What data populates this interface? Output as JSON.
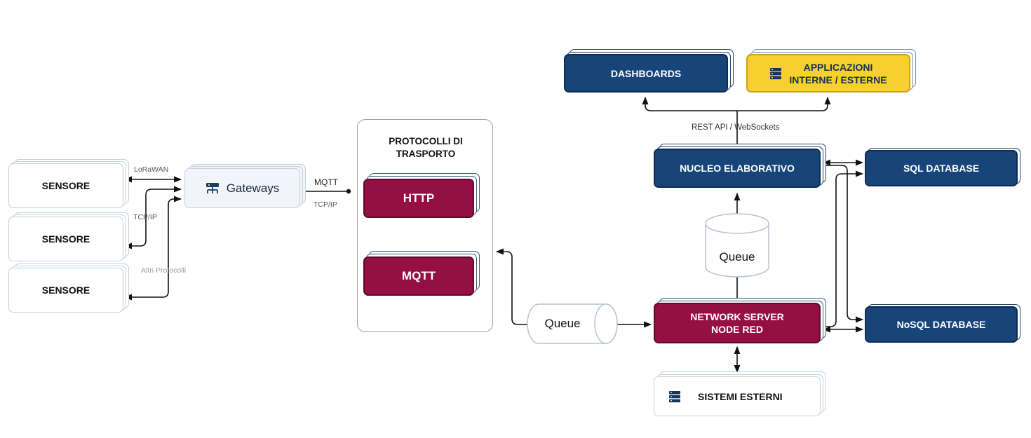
{
  "sensors": [
    "SENSORE",
    "SENSORE",
    "SENSORE"
  ],
  "gateways": {
    "label": "Gateways",
    "icon": "gateway-icon"
  },
  "links": {
    "lorawan": "LoRaWAN",
    "tcpip_left": "TCP/IP",
    "altri": "Altri Protocolli",
    "mqtt": "MQTT",
    "tcpip_right": "TCP/IP",
    "rest": "REST API / WebSockets"
  },
  "protocols": {
    "title_line1": "PROTOCOLLI DI",
    "title_line2": "TRASPORTO",
    "http": "HTTP",
    "mqtt": "MQTT"
  },
  "queue_left": "Queue",
  "queue_middle": "Queue",
  "dashboards": "DASHBOARDS",
  "applicazioni": {
    "line1": "APPLICAZIONI",
    "line2": "INTERNE / ESTERNE",
    "icon": "server-icon"
  },
  "nucleo": "NUCLEO ELABORATIVO",
  "network_server": {
    "line1": "NETWORK SERVER",
    "line2": "NODE RED"
  },
  "sql": "SQL DATABASE",
  "nosql": "NoSQL DATABASE",
  "sistemi": {
    "label": "SISTEMI ESTERNI",
    "icon": "server-icon"
  },
  "colors": {
    "navy": "#17457a",
    "crimson": "#940f42",
    "yellow": "#f7cf2f",
    "line": "#111111"
  }
}
